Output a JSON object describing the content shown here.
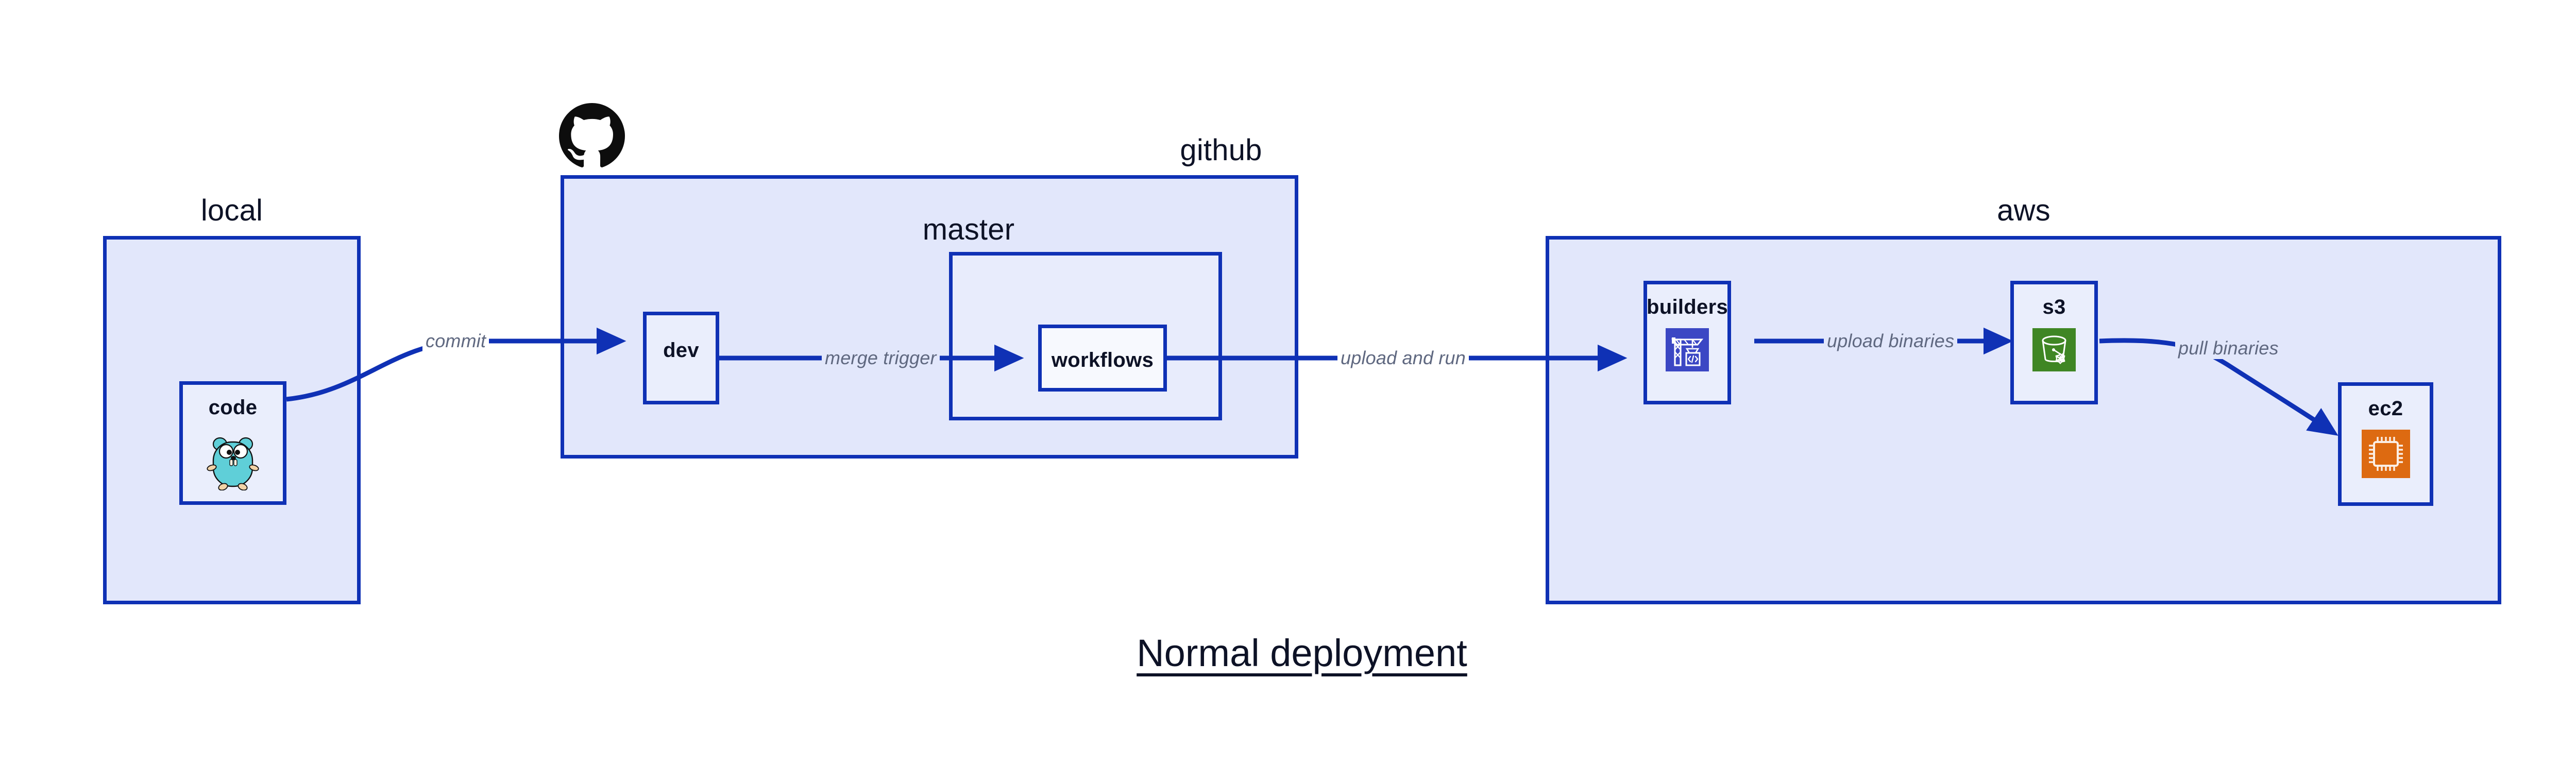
{
  "title": "Normal deployment",
  "colors": {
    "group_fill": "#e2e7fb",
    "nested_fill": "#e8ecfc",
    "node_fill": "#eaeefc",
    "stroke": "#0f31b5",
    "label_text": "#0d1226",
    "edge_label_text": "#5f6880",
    "builders_icon_bg": "#3b47c4",
    "s3_icon_bg": "#3f8624",
    "ec2_icon_bg": "#dd6a11",
    "gopher_body": "#5fcfd8",
    "github_mark": "#0d0d0d"
  },
  "groups": [
    {
      "id": "local",
      "label": "local"
    },
    {
      "id": "github",
      "label": "github"
    },
    {
      "id": "master",
      "label": "master"
    },
    {
      "id": "aws",
      "label": "aws"
    }
  ],
  "nodes": [
    {
      "id": "code",
      "label": "code",
      "icon": "go-gopher-icon"
    },
    {
      "id": "dev",
      "label": "dev",
      "icon": null
    },
    {
      "id": "workflows",
      "label": "workflows",
      "icon": null
    },
    {
      "id": "builders",
      "label": "builders",
      "icon": "aws-codebuild-crane-icon"
    },
    {
      "id": "s3",
      "label": "s3",
      "icon": "aws-s3-glacier-bucket-icon"
    },
    {
      "id": "ec2",
      "label": "ec2",
      "icon": "aws-ec2-cpu-chip-icon"
    }
  ],
  "edges": [
    {
      "id": "code-to-dev",
      "from": "code",
      "to": "dev",
      "label": "commit"
    },
    {
      "id": "dev-to-workflows",
      "from": "dev",
      "to": "workflows",
      "label": "merge trigger"
    },
    {
      "id": "workflows-to-builders",
      "from": "workflows",
      "to": "builders",
      "label": "upload and run"
    },
    {
      "id": "builders-to-s3",
      "from": "builders",
      "to": "s3",
      "label": "upload binaries"
    },
    {
      "id": "s3-to-ec2",
      "from": "s3",
      "to": "ec2",
      "label": "pull binaries"
    }
  ]
}
